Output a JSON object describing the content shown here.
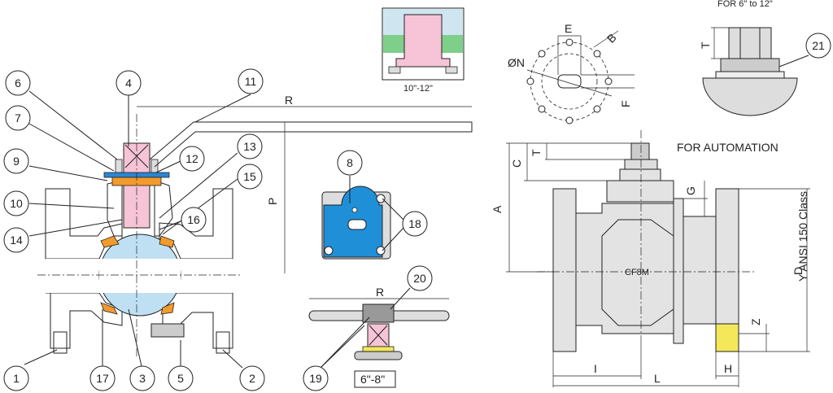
{
  "callouts": [
    "1",
    "2",
    "3",
    "4",
    "5",
    "6",
    "7",
    "8",
    "9",
    "10",
    "11",
    "12",
    "13",
    "14",
    "15",
    "16",
    "17",
    "18",
    "19",
    "20",
    "21"
  ],
  "dimensions": {
    "R": "R",
    "P": "P",
    "E": "E",
    "B": "B",
    "N": "ØN",
    "F": "F",
    "T": "T",
    "C": "C",
    "A": "A",
    "G": "G",
    "D": "D",
    "Z": "Z",
    "I": "I",
    "L": "L",
    "H": "H"
  },
  "captions": {
    "size_10_12": "10\"-12\"",
    "size_6_8": "6\"-8\"",
    "for_6_to_12": "FOR 6\" to 12\"",
    "for_automation": "FOR AUTOMATION",
    "class_mark": "Y ANSI 150 Class",
    "material": "CF8M"
  },
  "colors": {
    "body_green": "#7ecf8a",
    "end_yellow": "#f4e85a",
    "ball_blue": "#bfe0f3",
    "stem_pink": "#f6c4d6",
    "seat_orange": "#f39a2c",
    "lever_blue": "#1f8fd8",
    "gray_body": "#e3e3e3",
    "gland_blue": "#2b86d6"
  }
}
